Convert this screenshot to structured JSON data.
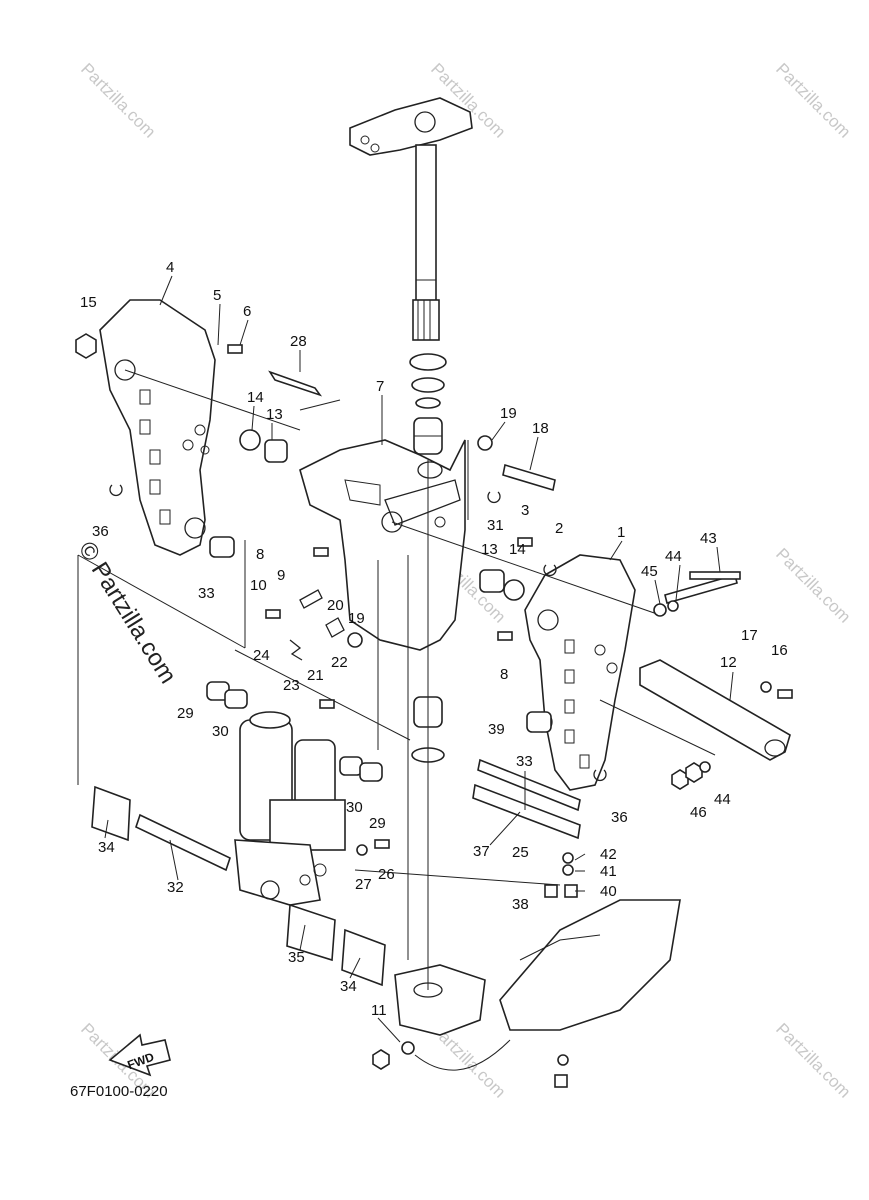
{
  "catalog_code": "67F0100-0220",
  "fwd_label": "FWD",
  "watermark_text": "Partzilla.com",
  "watermark_main": "© Partzilla.com",
  "callouts": [
    "1",
    "2",
    "3",
    "4",
    "5",
    "6",
    "7",
    "8",
    "8",
    "9",
    "10",
    "11",
    "12",
    "13",
    "13",
    "14",
    "14",
    "15",
    "16",
    "17",
    "18",
    "19",
    "19",
    "20",
    "21",
    "22",
    "23",
    "24",
    "25",
    "26",
    "27",
    "28",
    "29",
    "29",
    "30",
    "30",
    "31",
    "32",
    "33",
    "33",
    "34",
    "34",
    "35",
    "36",
    "36",
    "37",
    "38",
    "39",
    "40",
    "41",
    "42",
    "43",
    "44",
    "44",
    "45",
    "46"
  ]
}
